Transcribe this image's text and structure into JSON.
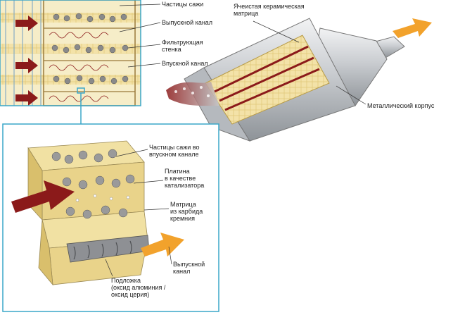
{
  "top_left_labels": {
    "soot_particles": "Частицы сажи",
    "outlet_channel": "Выпускной канал",
    "filter_wall": "Фильтрующая\nстенка",
    "inlet_channel": "Впускной канал"
  },
  "right_labels": {
    "ceramic_matrix": "Ячеистая керамическая\nматрица",
    "metal_housing": "Металлический корпус"
  },
  "detail_labels": {
    "soot_in_inlet": "Частицы сажи во\nвпускном канале",
    "platinum": "Платина\nв качестве\nкатализатора",
    "sic_matrix": "Матрица\nиз карбида\nкремния",
    "outlet_channel": "Выпускной\nканал",
    "substrate": "Подложка\n(оксид алюминия /\nоксид церия)"
  },
  "colors": {
    "inlet_arrow": "#8b1a1a",
    "outlet_arrow": "#f2a22c",
    "frame": "#3aa7c9",
    "ceramic": "#f3e2a8",
    "metal": "#c9ccd0"
  }
}
